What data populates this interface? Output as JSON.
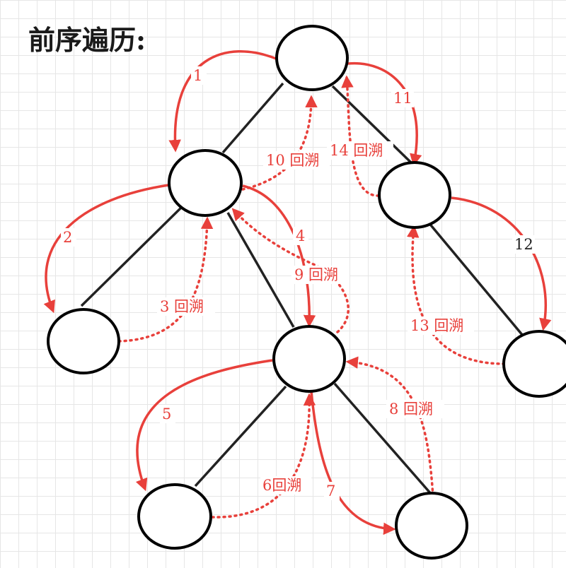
{
  "title": "前序遍历:",
  "labels": {
    "s1": "1",
    "s2": "2",
    "s3": "3 回溯",
    "s4": "4",
    "s5": "5",
    "s6": "6回溯",
    "s7": "7",
    "s8": "8 回溯",
    "s9": "9 回溯",
    "s10": "10 回溯",
    "s11": "11",
    "s12": "12",
    "s13": "13 回溯",
    "s14": "14 回溯"
  },
  "colors": {
    "arrow": "#e8403b",
    "edge": "#222222",
    "node_stroke": "#000000",
    "grid": "#e6e6e6"
  }
}
